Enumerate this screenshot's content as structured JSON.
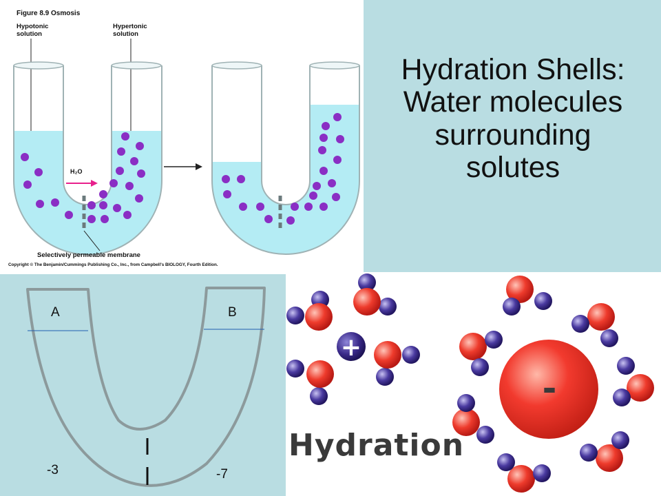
{
  "osmosis_figure": {
    "figure_label": "Figure 8.9  Osmosis",
    "hypotonic_label_line1": "Hypotonic",
    "hypotonic_label_line2": "solution",
    "hypertonic_label_line1": "Hypertonic",
    "hypertonic_label_line2": "solution",
    "flow_label": "H₂O",
    "membrane_label": "Selectively permeable membrane",
    "copyright": "Copyright © The Benjamin/Cummings Publishing Co., Inc., from Campbell's BIOLOGY, Fourth Edition.",
    "colors": {
      "water": "#b4ecf4",
      "solute": "#8a2ec4",
      "arrow": "#e8208c",
      "membrane": "#6b7a7c"
    }
  },
  "title": {
    "line1": "Hydration Shells:",
    "line2": "Water molecules",
    "line3": "surrounding",
    "line4": "solutes"
  },
  "utube_diagram": {
    "left_arm_label": "A",
    "right_arm_label": "B",
    "left_value": "-3",
    "right_value": "-7",
    "colors": {
      "tube": "#8c9a9c",
      "water_line": "#1f5fb0"
    }
  },
  "hydration_figure": {
    "word": "Hydration",
    "cation_sign": "+",
    "anion_sign": "-",
    "colors": {
      "oxygen": "#e8332a",
      "hydrogen": "#4a3aa0",
      "cation": "#3a2a8a",
      "anion": "#f03a2e"
    }
  }
}
